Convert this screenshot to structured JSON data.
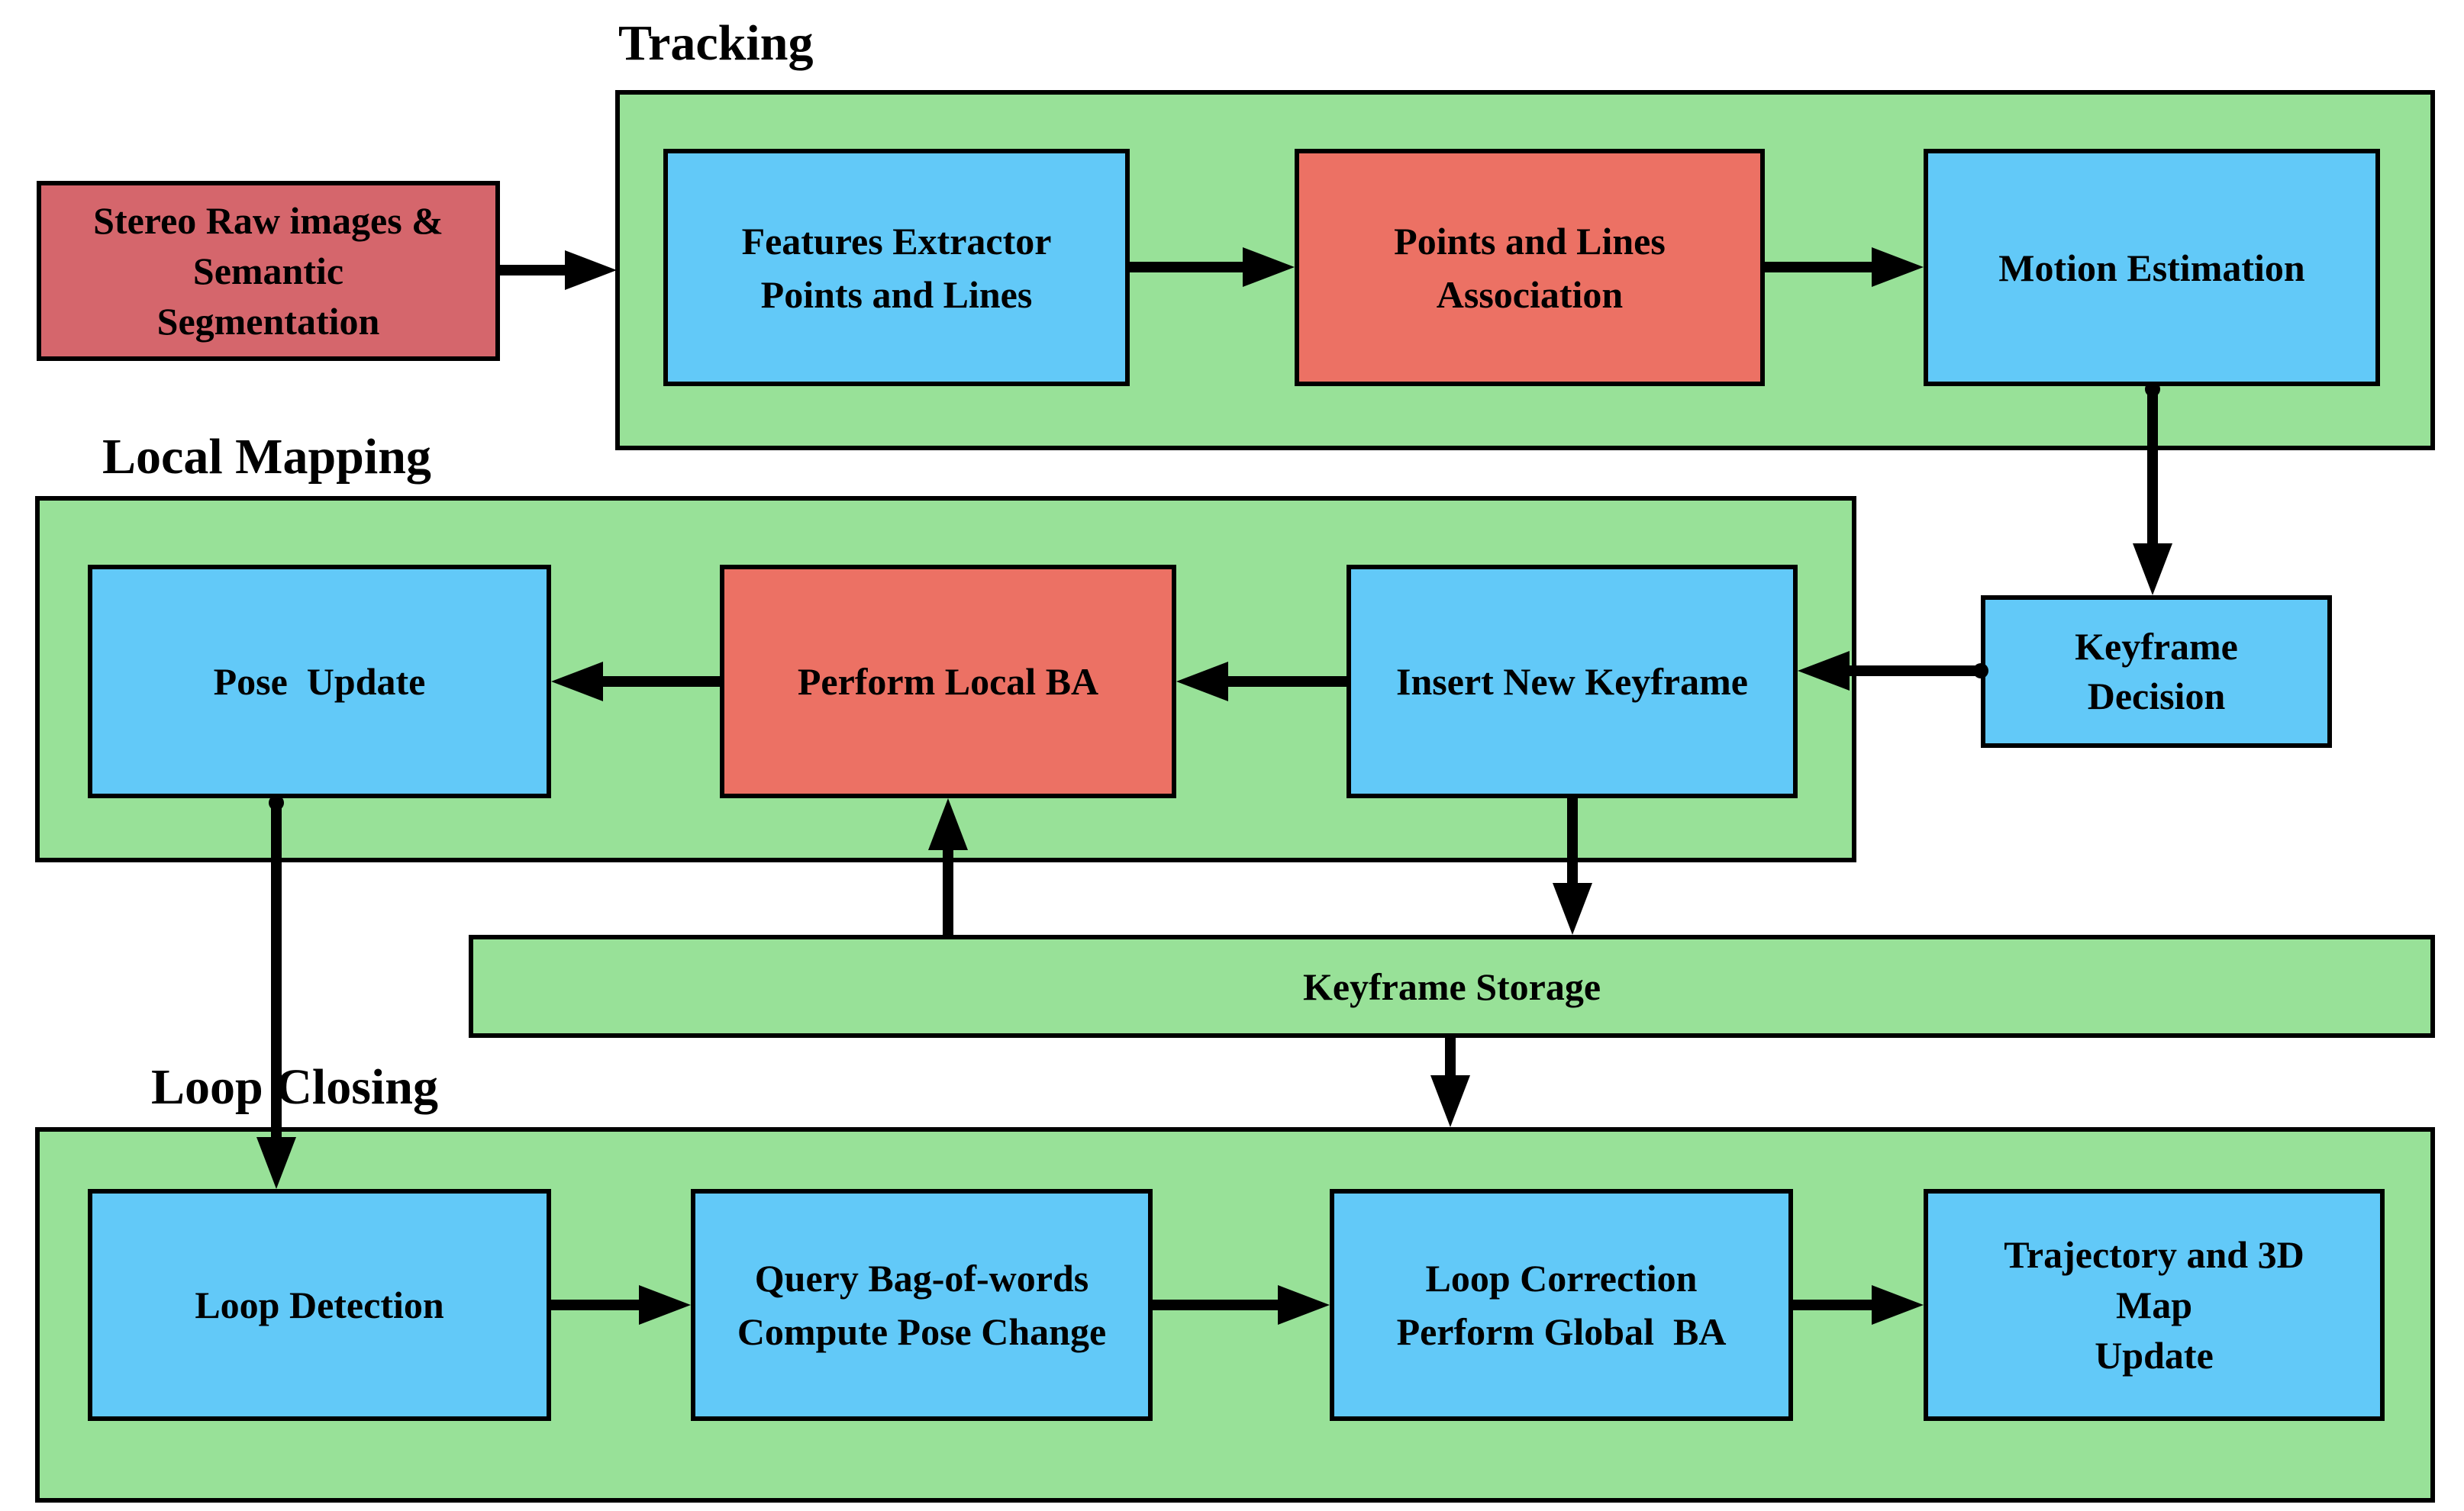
{
  "diagram": {
    "title": "Stereo SLAM pipeline flowchart",
    "sections": {
      "tracking": {
        "label": "Tracking"
      },
      "local_mapping": {
        "label": "Local Mapping"
      },
      "loop_closing": {
        "label": "Loop Closing"
      },
      "keyframe_storage": {
        "label": "Keyframe Storage"
      }
    },
    "nodes": {
      "stereo_input": {
        "label": "Stereo Raw images &\nSemantic\nSegmentation",
        "color": "#D5666C"
      },
      "features_extractor": {
        "label": "Features Extractor\nPoints and Lines",
        "color": "#62C9F8"
      },
      "points_lines_association": {
        "label": "Points and Lines\nAssociation",
        "color": "#EC7164"
      },
      "motion_estimation": {
        "label": "Motion Estimation",
        "color": "#62C9F8"
      },
      "pose_update": {
        "label": "Pose  Update",
        "color": "#62C9F8"
      },
      "perform_local_ba": {
        "label": "Perform Local BA",
        "color": "#EC7164"
      },
      "insert_new_keyframe": {
        "label": "Insert New Keyframe",
        "color": "#62C9F8"
      },
      "keyframe_decision": {
        "label": "Keyframe\nDecision",
        "color": "#62C9F8"
      },
      "loop_detection": {
        "label": "Loop Detection",
        "color": "#62C9F8"
      },
      "query_bag_of_words": {
        "label": "Query Bag-of-words\nCompute Pose Change",
        "color": "#62C9F8"
      },
      "loop_correction": {
        "label": "Loop Correction\nPerform Global  BA",
        "color": "#62C9F8"
      },
      "trajectory_map_update": {
        "label": "Trajectory and 3D\nMap\nUpdate",
        "color": "#62C9F8"
      }
    },
    "colors": {
      "section_fill": "#98E198",
      "process_fill": "#62C9F8",
      "highlight_fill": "#EC7164",
      "input_fill": "#D5666C",
      "line": "#000000",
      "background": "#ffffff"
    },
    "edges": [
      "stereo_input -> tracking",
      "features_extractor -> points_lines_association",
      "points_lines_association -> motion_estimation",
      "motion_estimation -> keyframe_decision",
      "keyframe_decision -> insert_new_keyframe",
      "insert_new_keyframe -> perform_local_ba",
      "perform_local_ba -> pose_update",
      "insert_new_keyframe -> keyframe_storage",
      "keyframe_storage -> perform_local_ba",
      "pose_update -> loop_detection",
      "keyframe_storage -> loop_closing",
      "loop_detection -> query_bag_of_words",
      "query_bag_of_words -> loop_correction",
      "loop_correction -> trajectory_map_update"
    ]
  }
}
